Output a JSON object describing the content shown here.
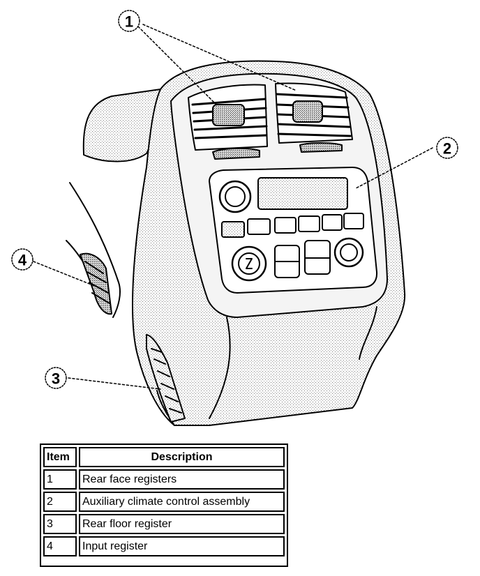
{
  "callouts": [
    "1",
    "2",
    "3",
    "4"
  ],
  "legend": {
    "headers": {
      "item": "Item",
      "description": "Description"
    },
    "rows": [
      {
        "item": "1",
        "description": "Rear face registers"
      },
      {
        "item": "2",
        "description": "Auxiliary climate control assembly"
      },
      {
        "item": "3",
        "description": "Rear floor register"
      },
      {
        "item": "4",
        "description": "Input register"
      }
    ]
  },
  "colors": {
    "line": "#000000",
    "background": "#ffffff",
    "stipple": "#9a9a9a"
  }
}
